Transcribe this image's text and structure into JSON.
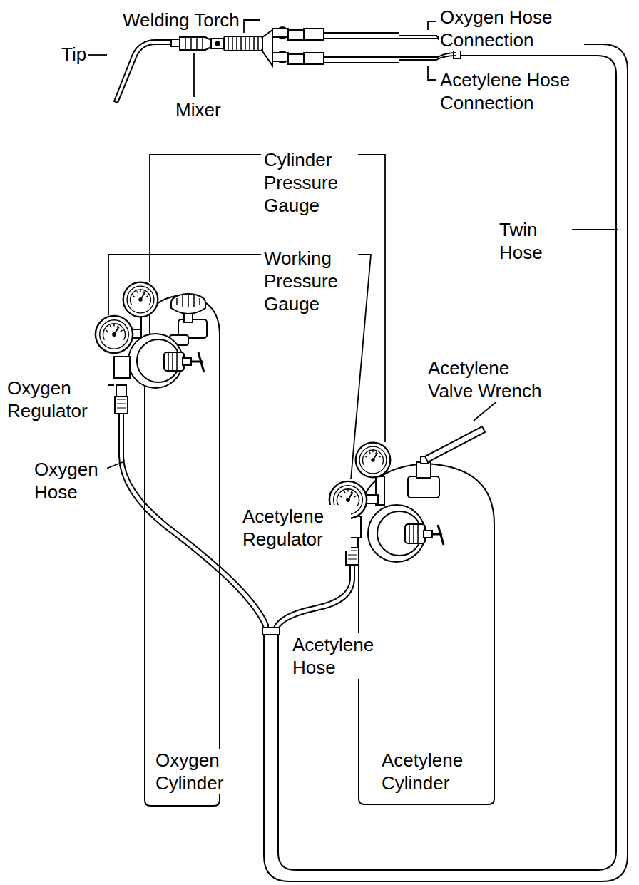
{
  "diagram": {
    "labels": [
      "Welding Torch",
      "Oxygen Hose Connection",
      "Tip",
      "Acetylene Hose Connection",
      "Mixer",
      "Cylinder Pressure Gauge",
      "Twin Hose",
      "Working Pressure Gauge",
      "Acetylene Valve Wrench",
      "Oxygen Regulator",
      "Oxygen Hose",
      "Acetylene Regulator",
      "Acetylene Hose",
      "Oxygen Cylinder",
      "Acetylene Cylinder"
    ]
  }
}
